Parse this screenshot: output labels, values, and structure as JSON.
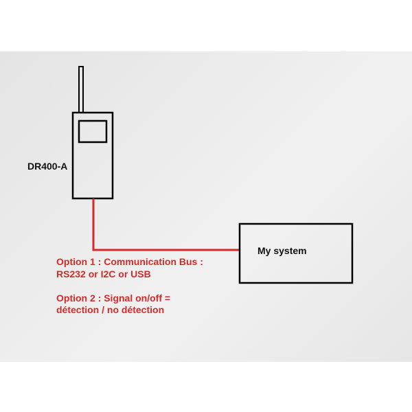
{
  "colors": {
    "outline": "#000000",
    "connection": "#d42a2a",
    "screen_background": "#ececec"
  },
  "device": {
    "label": "DR400-A"
  },
  "system": {
    "label": "My system"
  },
  "options": {
    "option1_line1": "Option 1 : Communication Bus :",
    "option1_line2": "RS232 or I2C or USB",
    "option2_line1": "Option 2 :  Signal on/off =",
    "option2_line2": "détection / no détection"
  }
}
